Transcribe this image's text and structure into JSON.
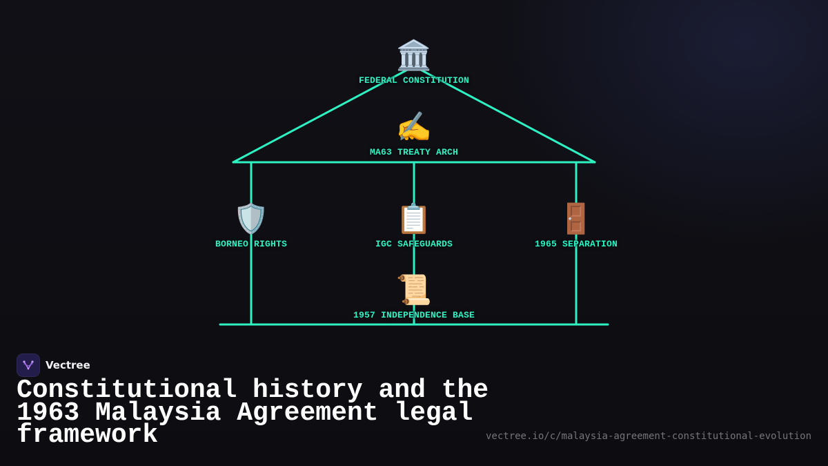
{
  "diagram": {
    "colors": {
      "line": "#2ef2c2",
      "label": "#2ef2c2"
    },
    "nodes": {
      "federal_constitution": {
        "icon": "classical-building-icon",
        "glyph": "🏛️",
        "label": "FEDERAL CONSTITUTION"
      },
      "ma63_treaty_arch": {
        "icon": "writing-hand-icon",
        "glyph": "✍️",
        "label": "MA63 TREATY ARCH"
      },
      "borneo_rights": {
        "icon": "shield-icon",
        "glyph": "🛡️",
        "label": "BORNEO RIGHTS"
      },
      "igc_safeguards": {
        "icon": "clipboard-icon",
        "glyph": "📋",
        "label": "IGC SAFEGUARDS"
      },
      "separation_1965": {
        "icon": "door-icon",
        "glyph": "🚪",
        "label": "1965 SEPARATION"
      },
      "independence_base_1957": {
        "icon": "scroll-icon",
        "glyph": "📜",
        "label": "1957 INDEPENDENCE BASE"
      }
    }
  },
  "brand": {
    "name": "Vectree",
    "logo_icon": "vectree-logo-icon",
    "logo_color": "#b57cf0"
  },
  "title": "Constitutional history and the 1963 Malaysia Agreement legal framework",
  "url": "vectree.io/c/malaysia-agreement-constitutional-evolution"
}
